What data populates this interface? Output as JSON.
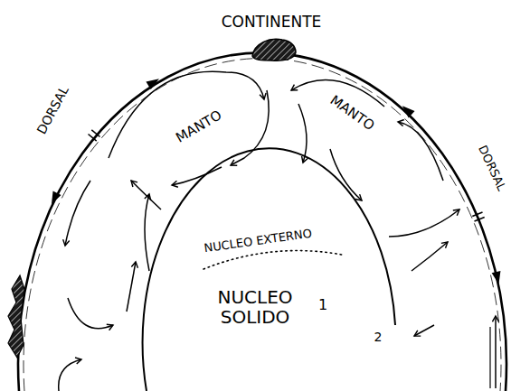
{
  "diagram": {
    "labels": [
      "CONTINENTE",
      "DORSAL",
      "MANTO",
      "MANTO",
      "DORSAL",
      "NUCLEO EXTERNO",
      "NUCLEO SOLIDO",
      "1",
      "2"
    ]
  }
}
